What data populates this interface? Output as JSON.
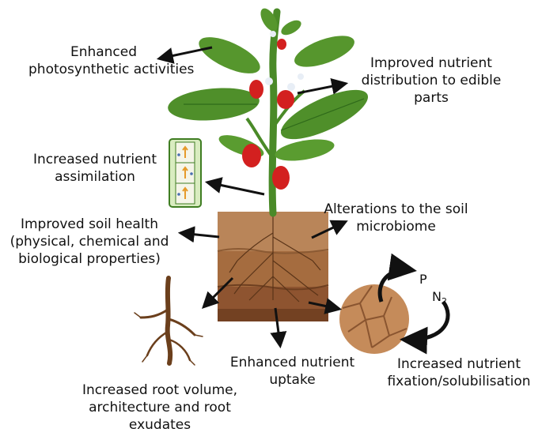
{
  "labels": {
    "photosynthesis": [
      "Enhanced",
      "photosynthetic activities"
    ],
    "distribution": [
      "Improved nutrient",
      "distribution to edible",
      "parts"
    ],
    "assimilation": [
      "Increased nutrient",
      "assimilation"
    ],
    "soil_health": [
      "Improved soil health",
      "(physical, chemical and",
      "biological properties)"
    ],
    "microbiome": [
      "Alterations to the soil",
      "microbiome"
    ],
    "uptake": [
      "Enhanced nutrient",
      "uptake"
    ],
    "fixation": [
      "Increased nutrient",
      "fixation/solubilisation"
    ],
    "root": [
      "Increased root volume,",
      "architecture and root",
      "exudates"
    ]
  },
  "chem": {
    "p": "P",
    "n": "N",
    "n_sub": "2"
  },
  "colors": {
    "arrow": "#111111",
    "leaf": "#4f8f2a",
    "leaf_dark": "#2f6a1a",
    "stem": "#4a8a28",
    "pepper": "#d3201f",
    "soil_top": "#b07a4a",
    "soil_mid": "#9a6237",
    "soil_bottom": "#7b4726",
    "root": "#6b3f1c",
    "aggregate": "#c58b5a"
  }
}
